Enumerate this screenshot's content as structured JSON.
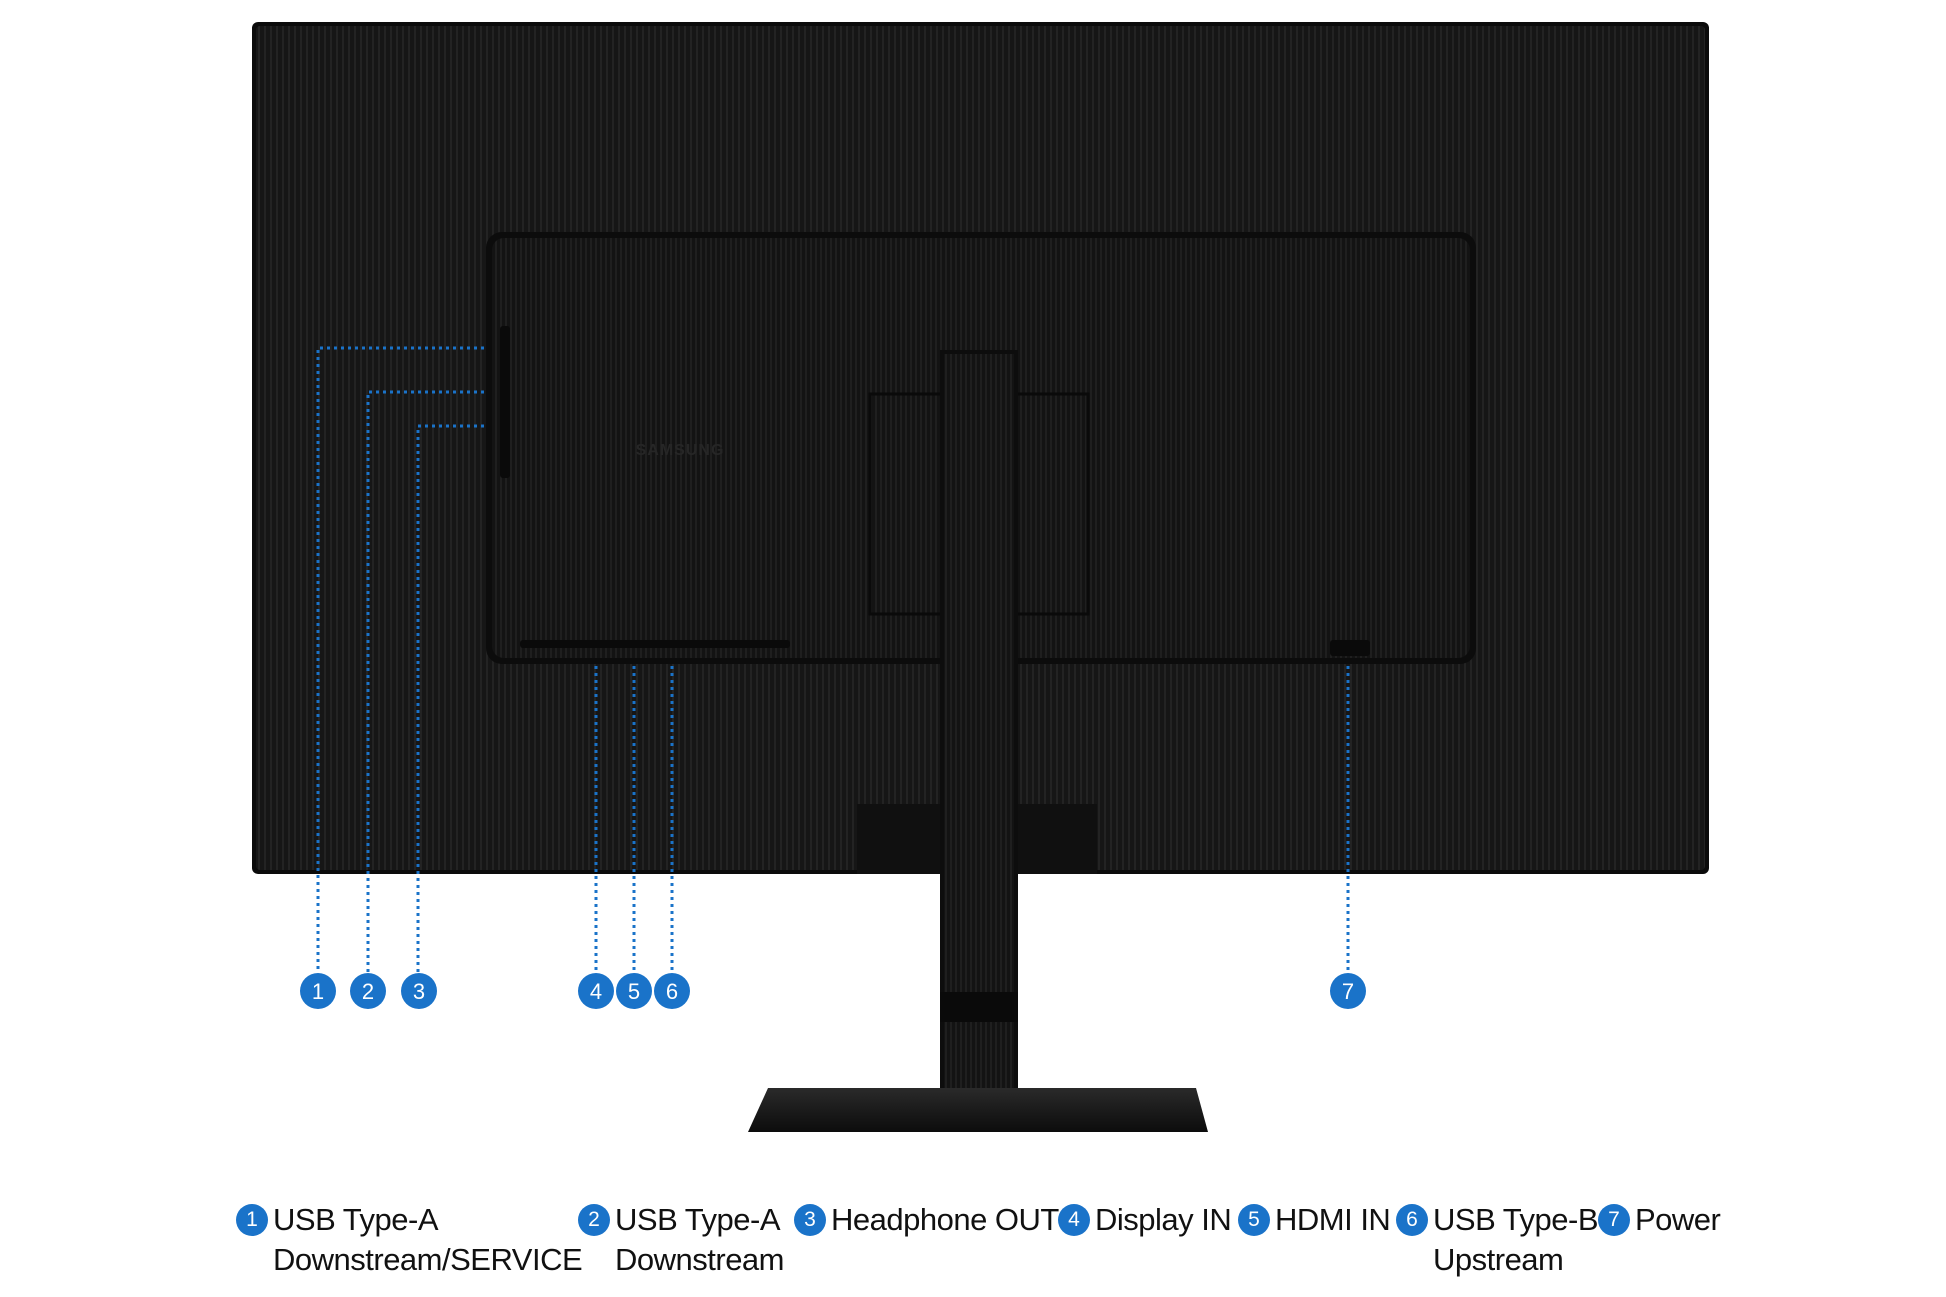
{
  "brand": "SAMSUNG",
  "colors": {
    "callout": "#1a73c9",
    "monitor_body": "#141414",
    "background": "#ffffff"
  },
  "ports": [
    {
      "number": "1",
      "line1": "USB Type-A",
      "line2": "Downstream/SERVICE"
    },
    {
      "number": "2",
      "line1": "USB Type-A",
      "line2": "Downstream"
    },
    {
      "number": "3",
      "line1": "Headphone OUT",
      "line2": ""
    },
    {
      "number": "4",
      "line1": "Display IN",
      "line2": ""
    },
    {
      "number": "5",
      "line1": "HDMI IN",
      "line2": ""
    },
    {
      "number": "6",
      "line1": "USB Type-B",
      "line2": "Upstream"
    },
    {
      "number": "7",
      "line1": "Power",
      "line2": ""
    }
  ]
}
